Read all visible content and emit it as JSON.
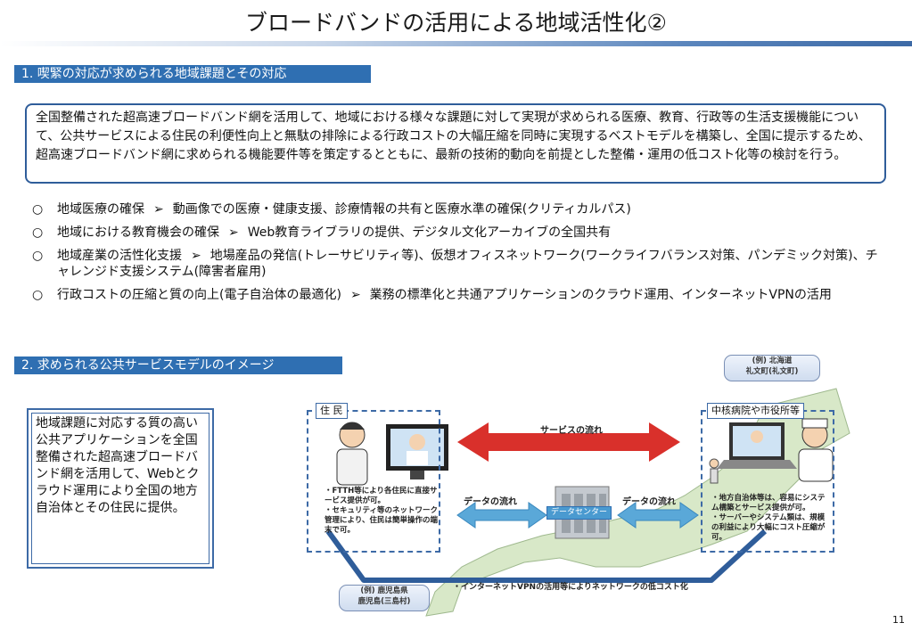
{
  "title": "ブロードバンドの活用による地域活性化②",
  "section1": {
    "heading": "1. 喫緊の対応が求められる地域課題とその対応"
  },
  "intro": "全国整備された超高速ブロードバンド網を活用して、地域における様々な課題に対して実現が求められる医療、教育、行政等の生活支援機能について、公共サービスによる住民の利便性向上と無駄の排除による行政コストの大幅圧縮を同時に実現するベストモデルを構築し、全国に提示するため、超高速ブロードバンド網に求められる機能要件等を策定するとともに、最新の技術的動向を前提とした整備・運用の低コスト化等の検討を行う。",
  "bullets": [
    {
      "marker": "○",
      "topic": "地域医療の確保",
      "arrow": "➢",
      "detail": "動画像での医療・健康支援、診療情報の共有と医療水準の確保(クリティカルパス)"
    },
    {
      "marker": "○",
      "topic": "地域における教育機会の確保",
      "arrow": "➢",
      "detail": "Web教育ライブラリの提供、デジタル文化アーカイブの全国共有"
    },
    {
      "marker": "○",
      "topic": "地域産業の活性化支援",
      "arrow": "➢",
      "detail": "地場産品の発信(トレーサビリティ等)、仮想オフィスネットワーク(ワークライフバランス対策、パンデミック対策)、チャレンジド支援システム(障害者雇用)"
    },
    {
      "marker": "○",
      "topic": "行政コストの圧縮と質の向上(電子自治体の最適化)",
      "arrow": "➢",
      "detail": "業務の標準化と共通アプリケーションのクラウド運用、インターネットVPNの活用"
    }
  ],
  "section2": {
    "heading": "2. 求められる公共サービスモデルのイメージ"
  },
  "side_text": "地域課題に対応する質の高い公共アプリケーションを全国整備された超高速ブロードバンド網を活用して、Webとクラウド運用により全国の地方自治体とその住民に提供。",
  "diagram": {
    "resident_label": "住 民",
    "hospital_label": "中核病院や市役所等",
    "service_flow": "サービスの流れ",
    "data_flow_left": "データの流れ",
    "data_flow_right": "データの流れ",
    "datacenter": "データセンター",
    "resident_note": "・FTTH等により各住民に直接サービス提供が可。\n・セキュリティ等のネットワーク管理により、住民は簡単操作の端末で可。",
    "hospital_note": "・地方自治体等は、容易にシステム構築とサービス提供が可。\n・サーバーやシステム類は、規模の利益により大幅にコスト圧縮が可。",
    "bottom_note": "・インターネットVPNの活用等によりネットワークの低コスト化",
    "example_top": {
      "line1": "(例) 北海道",
      "line2": "礼文町(礼文町)"
    },
    "example_bottom": {
      "line1": "(例) 鹿児島県",
      "line2": "鹿児島(三島村)"
    }
  },
  "colors": {
    "accent": "#2f6fb2",
    "arrow_red": "#d9302b",
    "arrow_blue": "#5aa8d8"
  },
  "page_number": "11"
}
